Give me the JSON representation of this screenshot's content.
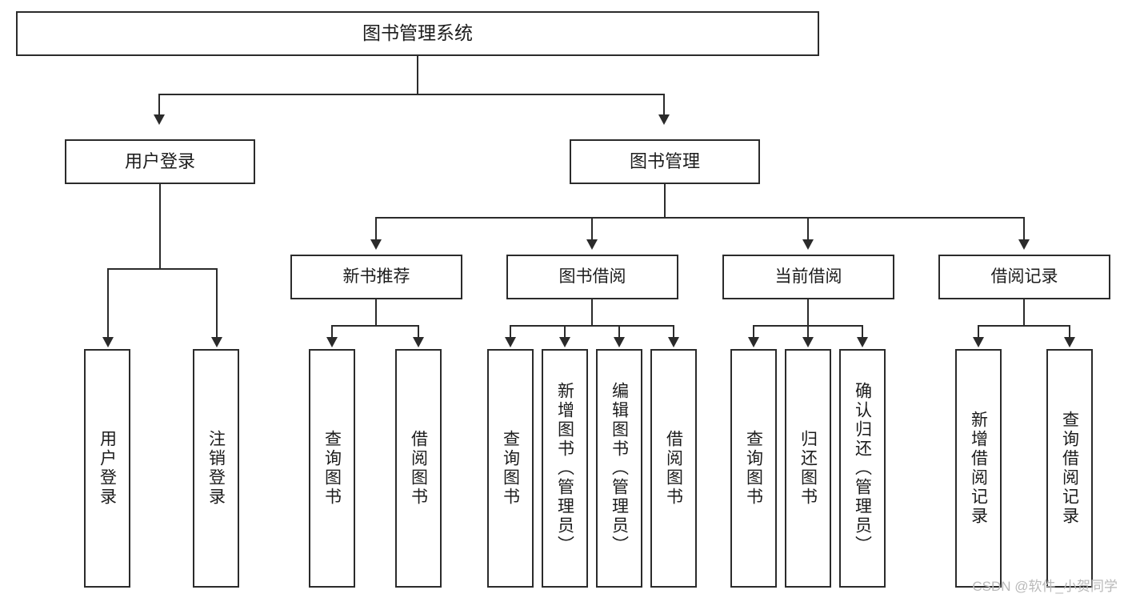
{
  "diagram": {
    "type": "tree",
    "title": "图书管理系统",
    "root": {
      "label": "图书管理系统"
    },
    "level1": [
      {
        "label": "用户登录"
      },
      {
        "label": "图书管理"
      }
    ],
    "level2": [
      {
        "label": "新书推荐"
      },
      {
        "label": "图书借阅"
      },
      {
        "label": "当前借阅"
      },
      {
        "label": "借阅记录"
      }
    ],
    "leaves": {
      "user_login": [
        {
          "label": "用户登录"
        },
        {
          "label": "注销登录"
        }
      ],
      "new_book_recommend": [
        {
          "label": "查询图书"
        },
        {
          "label": "借阅图书"
        }
      ],
      "book_borrow": [
        {
          "label": "查询图书"
        },
        {
          "label": "新增图书（管理员）"
        },
        {
          "label": "编辑图书（管理员）"
        },
        {
          "label": "借阅图书"
        }
      ],
      "current_borrow": [
        {
          "label": "查询图书"
        },
        {
          "label": "归还图书"
        },
        {
          "label": "确认归还（管理员）"
        }
      ],
      "borrow_record": [
        {
          "label": "新增借阅记录"
        },
        {
          "label": "查询借阅记录"
        }
      ]
    }
  },
  "watermark": {
    "text": "CSDN @软件_小贺同学"
  },
  "colors": {
    "stroke": "#2b2b2b",
    "background": "#ffffff",
    "text": "#1c1c1c",
    "watermark": "#b9b9b9"
  }
}
